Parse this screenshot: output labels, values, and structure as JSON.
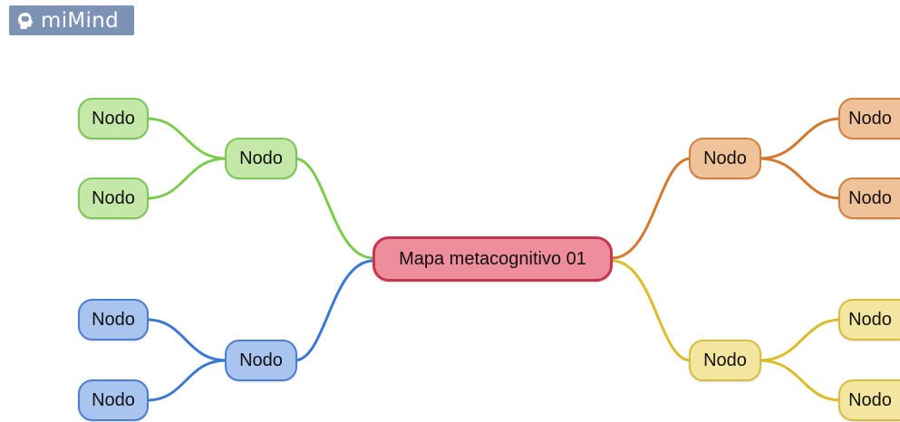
{
  "app": {
    "logo_text": "miMind",
    "logo_icon": "brain-head-icon"
  },
  "colors": {
    "root_fill": "#ee8e9c",
    "root_border": "#c43550",
    "green_fill": "#c3e8a8",
    "green_border": "#7dc45a",
    "green_line": "#7ccc4b",
    "blue_fill": "#a9c4ee",
    "blue_border": "#4a7fd0",
    "blue_line": "#3b78d4",
    "orange_fill": "#f0c29a",
    "orange_border": "#d1813f",
    "orange_line": "#d37a30",
    "yellow_fill": "#f3e6a0",
    "yellow_border": "#d9bd3e",
    "yellow_line": "#dbbc2c"
  },
  "mindmap": {
    "root": {
      "label": "Mapa metacognitivo 01"
    },
    "branches": [
      {
        "id": "green",
        "label": "Nodo",
        "children": [
          "Nodo",
          "Nodo"
        ]
      },
      {
        "id": "blue",
        "label": "Nodo",
        "children": [
          "Nodo",
          "Nodo"
        ]
      },
      {
        "id": "orange",
        "label": "Nodo",
        "children": [
          "Nodo",
          "Nodo"
        ]
      },
      {
        "id": "yellow",
        "label": "Nodo",
        "children": [
          "Nodo",
          "Nodo"
        ]
      }
    ]
  }
}
